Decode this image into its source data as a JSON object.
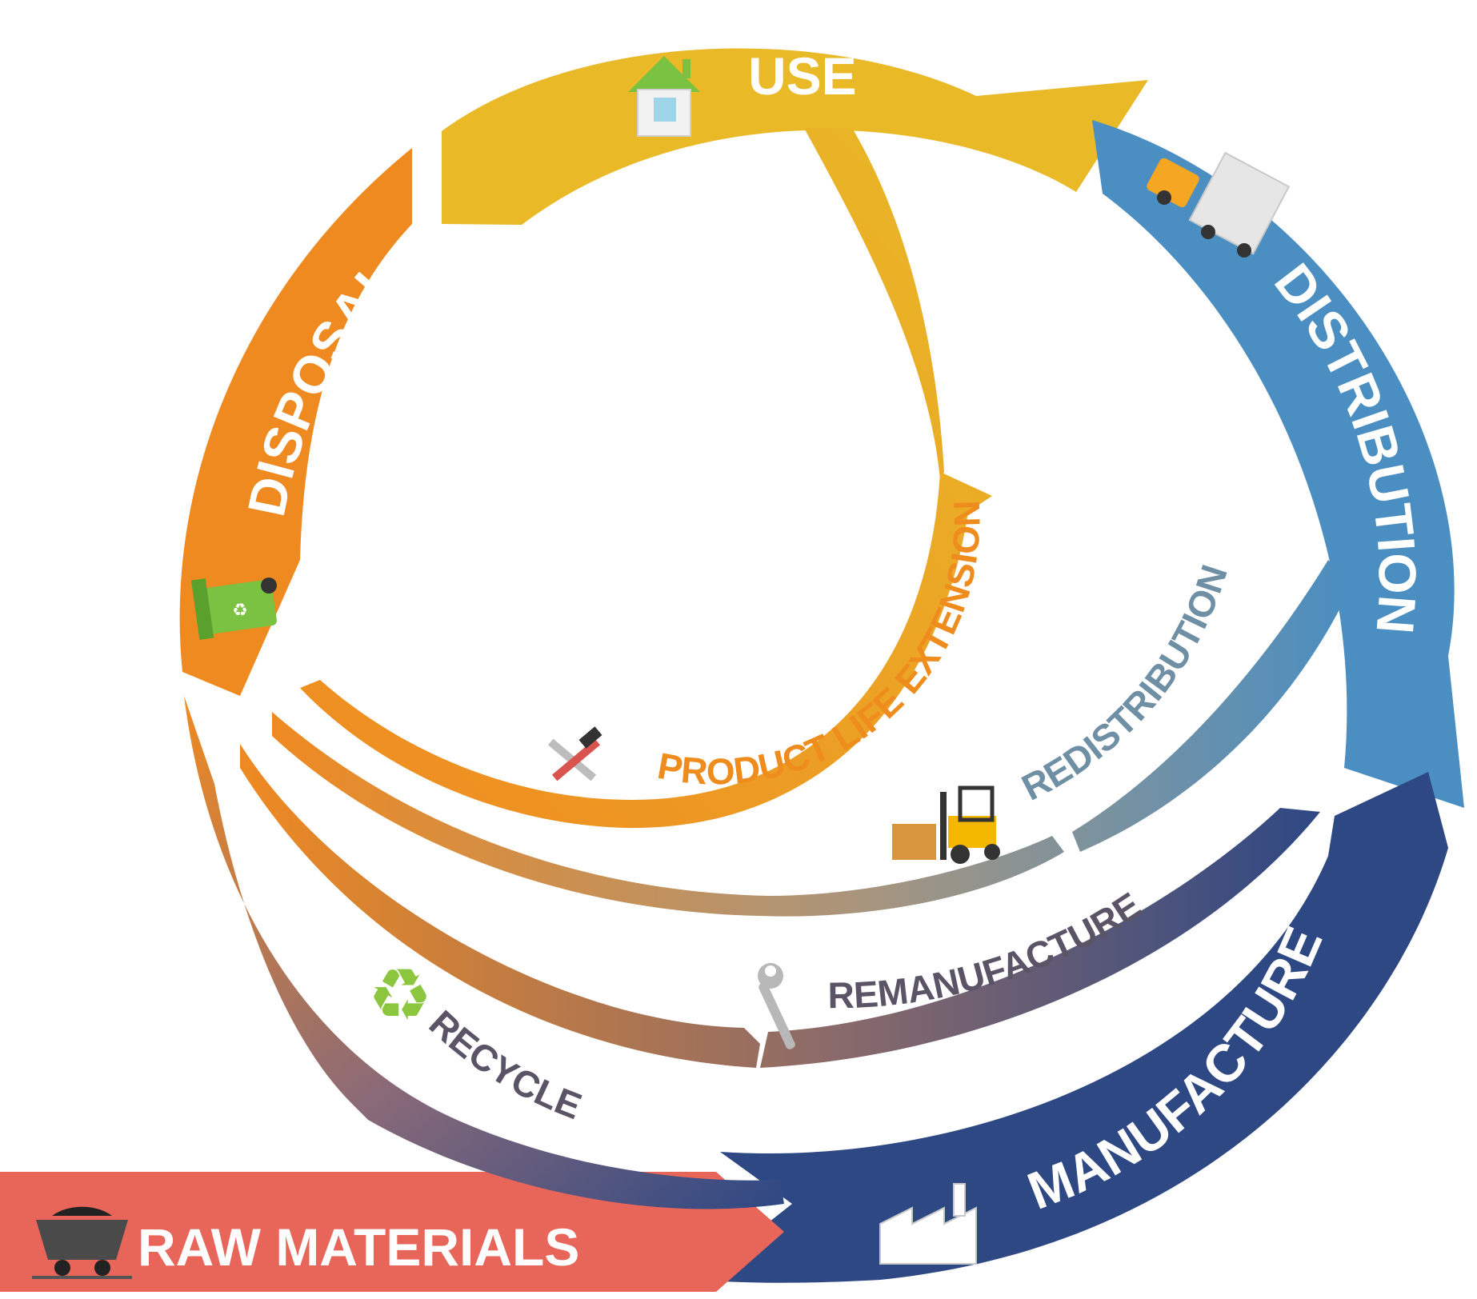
{
  "stages": {
    "use": "USE",
    "distribution": "DISTRIBUTION",
    "manufacture": "MANUFACTURE",
    "raw_materials": "RAW MATERIALS",
    "disposal": "DISPOSAL"
  },
  "loops": {
    "product_life_extension": "PRODUCT LIFE EXTENSION",
    "redistribution": "REDISTRIBUTION",
    "remanufacture": "REMANUFACTURE",
    "recycle": "RECYCLE"
  },
  "colors": {
    "use": "#e9b928",
    "distribution": "#4a8ec2",
    "manufacture": "#2e4884",
    "raw_materials": "#e8655a",
    "disposal": "#ef8a21",
    "product_life_extension_text": "#ee8d1d",
    "redistribution_text": "#6f8fa5",
    "remanufacture_text": "#5b5466",
    "recycle_text": "#5b5466"
  },
  "icons": [
    "house-icon",
    "truck-icon",
    "forklift-icon",
    "wrench-icon",
    "tools-icon",
    "recycle-icon",
    "factory-icon",
    "mine-cart-icon",
    "trash-bin-icon"
  ]
}
